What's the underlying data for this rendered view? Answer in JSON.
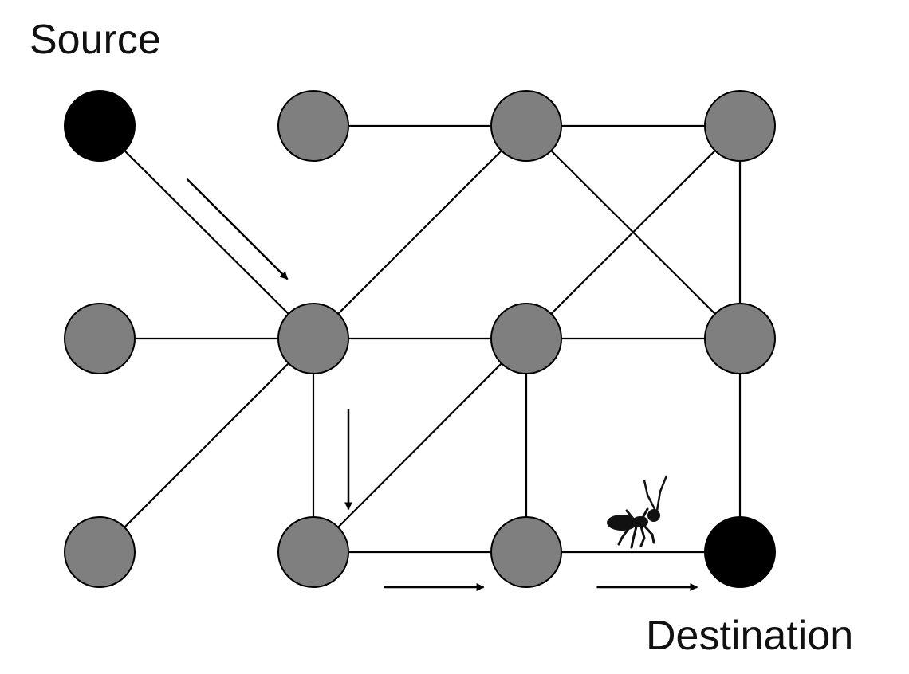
{
  "labels": {
    "source": "Source",
    "destination": "Destination"
  },
  "colors": {
    "node_fill": "#7f7f7f",
    "endpoint_fill": "#000000",
    "edge": "#000000",
    "background": "#ffffff"
  },
  "graph": {
    "source_node": "r0c0",
    "destination_node": "r2c3",
    "nodes": [
      {
        "id": "r0c0",
        "row": 0,
        "col": 0,
        "role": "source"
      },
      {
        "id": "r0c1",
        "row": 0,
        "col": 1,
        "role": "normal"
      },
      {
        "id": "r0c2",
        "row": 0,
        "col": 2,
        "role": "normal"
      },
      {
        "id": "r0c3",
        "row": 0,
        "col": 3,
        "role": "normal"
      },
      {
        "id": "r1c0",
        "row": 1,
        "col": 0,
        "role": "normal"
      },
      {
        "id": "r1c1",
        "row": 1,
        "col": 1,
        "role": "normal"
      },
      {
        "id": "r1c2",
        "row": 1,
        "col": 2,
        "role": "normal"
      },
      {
        "id": "r1c3",
        "row": 1,
        "col": 3,
        "role": "normal"
      },
      {
        "id": "r2c0",
        "row": 2,
        "col": 0,
        "role": "normal"
      },
      {
        "id": "r2c1",
        "row": 2,
        "col": 1,
        "role": "normal"
      },
      {
        "id": "r2c2",
        "row": 2,
        "col": 2,
        "role": "normal"
      },
      {
        "id": "r2c3",
        "row": 2,
        "col": 3,
        "role": "destination"
      }
    ],
    "edges": [
      [
        "r0c0",
        "r1c1"
      ],
      [
        "r0c1",
        "r0c2"
      ],
      [
        "r0c2",
        "r0c3"
      ],
      [
        "r0c2",
        "r1c1"
      ],
      [
        "r0c2",
        "r1c3"
      ],
      [
        "r0c3",
        "r1c2"
      ],
      [
        "r0c3",
        "r1c3"
      ],
      [
        "r1c0",
        "r1c1"
      ],
      [
        "r1c1",
        "r1c2"
      ],
      [
        "r1c2",
        "r1c3"
      ],
      [
        "r1c1",
        "r2c0"
      ],
      [
        "r1c1",
        "r2c1"
      ],
      [
        "r1c2",
        "r2c1"
      ],
      [
        "r1c2",
        "r2c2"
      ],
      [
        "r1c3",
        "r2c3"
      ],
      [
        "r2c1",
        "r2c2"
      ],
      [
        "r2c2",
        "r2c3"
      ]
    ],
    "ant_path": [
      "r0c0",
      "r1c1",
      "r2c1",
      "r2c2",
      "r2c3"
    ]
  },
  "ant": {
    "icon": "ant-icon",
    "on_edge": [
      "r2c2",
      "r2c3"
    ]
  }
}
